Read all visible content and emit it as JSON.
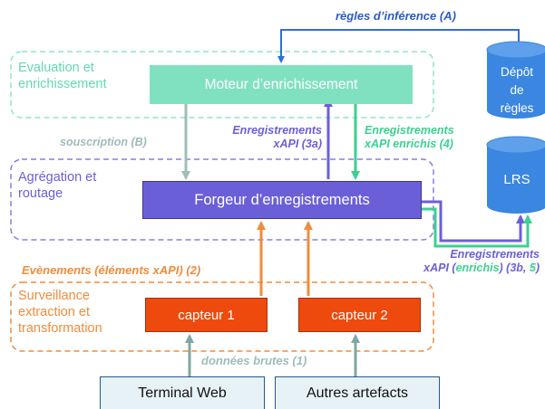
{
  "layers": {
    "evaluation": {
      "label_line1": "Evaluation et",
      "label_line2": "enrichissement"
    },
    "aggregation": {
      "label_line1": "Agrégation et",
      "label_line2": "routage"
    },
    "surveillance": {
      "label_line1": "Surveillance",
      "label_line2": "extraction et",
      "label_line3": "transformation"
    }
  },
  "nodes": {
    "moteur": "Moteur d’enrichissement",
    "forgeur": "Forgeur d’enregistrements",
    "capteur1": "capteur 1",
    "capteur2": "capteur 2",
    "terminal": "Terminal Web",
    "autres": "Autres artefacts",
    "depot": {
      "line1": "Dépôt",
      "line2": "de",
      "line3": "règles"
    },
    "lrs": "LRS"
  },
  "edges": {
    "regles": "règles d’inférence (A)",
    "souscription": "souscription (B)",
    "enr3a": {
      "line1": "Enregistrements",
      "line2": "xAPI (3a)"
    },
    "enr4": {
      "line1": "Enregistrements",
      "line2": "xAPI enrichis (4)"
    },
    "enr3b": {
      "line1": "Enregistrements",
      "line2_a": "xAPI (",
      "line2_b": "enrichis",
      "line2_c": ") (3b, ",
      "line2_d": "5",
      "line2_e": ")"
    },
    "evenements": "Evènements (éléments xAPI) (2)",
    "donnees": "données brutes (1)"
  },
  "colors": {
    "mint": "#7fe0bf",
    "violet": "#6b5fd8",
    "purple_border": "#8b7fe0",
    "orange": "#f08c3c",
    "orange_fill": "#ee4a0e",
    "blue": "#2f6fd8",
    "blue_text": "#2a5bc9",
    "teal_gray": "#8fb0ac",
    "green": "#3bd191",
    "lrs_fill": "#3a86e0"
  }
}
